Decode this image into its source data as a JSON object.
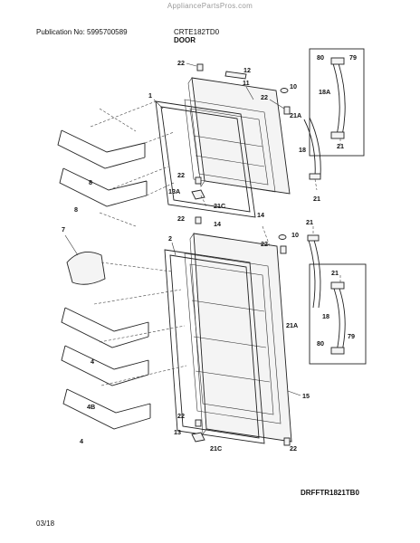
{
  "watermark": "AppliancePartsPros.com",
  "header": {
    "publication": "Publication No: 5995700589",
    "model": "CRTE182TD0",
    "section": "DOOR"
  },
  "footer": {
    "drawing_code": "DRFFTR1821TB0",
    "date": "03/18"
  },
  "callouts": {
    "freezer": {
      "c22a": "22",
      "c12": "12",
      "c11": "11",
      "c10": "10",
      "c22b": "22",
      "c1": "1",
      "c21a": "21A",
      "c18": "18",
      "c21": "21",
      "c8a": "8",
      "c8b": "8",
      "c22c": "22",
      "c13a": "13A",
      "c21c": "21C"
    },
    "fresh_food": {
      "c22a": "22",
      "c14": "14",
      "c14b": "14",
      "c21": "21",
      "c10": "10",
      "c22b": "22",
      "c7": "7",
      "c2": "2",
      "c4a": "4",
      "c4b": "4B",
      "c4c": "4",
      "c21a": "21A",
      "c15": "15",
      "c22c": "22",
      "c13": "13",
      "c21c": "21C",
      "c22d": "22"
    },
    "inset_top": {
      "c80": "80",
      "c79": "79",
      "c18a": "18A",
      "c21": "21"
    },
    "inset_bottom": {
      "c21": "21",
      "c18": "18",
      "c80": "80",
      "c79": "79"
    }
  }
}
